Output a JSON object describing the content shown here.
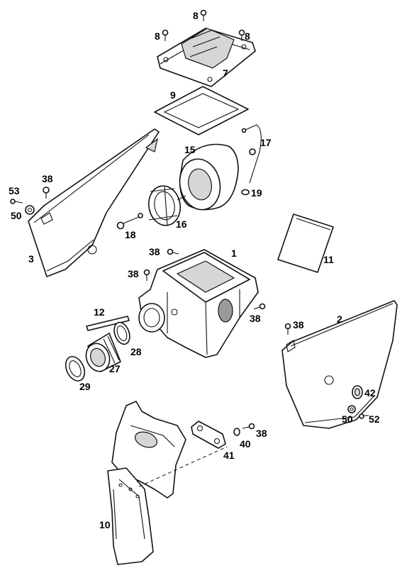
{
  "diagram": {
    "labels": {
      "p1": "1",
      "p2": "2",
      "p3": "3",
      "p7": "7",
      "p8a": "8",
      "p8b": "8",
      "p8c": "8",
      "p9": "9",
      "p10": "10",
      "p11": "11",
      "p12": "12",
      "p15": "15",
      "p16": "16",
      "p17": "17",
      "p18": "18",
      "p19": "19",
      "p27": "27",
      "p28": "28",
      "p29": "29",
      "p38a": "38",
      "p38b": "38",
      "p38c": "38",
      "p38d": "38",
      "p38e": "38",
      "p38f": "38",
      "p40": "40",
      "p41": "41",
      "p42": "42",
      "p50a": "50",
      "p50b": "50",
      "p52": "52",
      "p53": "53"
    }
  }
}
